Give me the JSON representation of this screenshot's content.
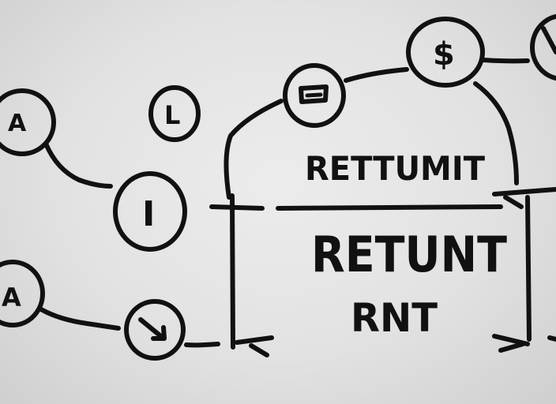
{
  "diagram": {
    "nodes": {
      "a_top": {
        "label": "A"
      },
      "l_node": {
        "label": "L"
      },
      "i_node": {
        "label": "I"
      },
      "a_bottom": {
        "label": "A"
      },
      "arrow_node": {
        "icon": "arrow-icon"
      },
      "doc_node": {
        "icon": "box-icon"
      },
      "dollar_node": {
        "label": "$"
      },
      "partial_node": {
        "icon": "slash-icon"
      }
    },
    "header_label": "RETTUMIT",
    "body_line_1": "RETUNT",
    "body_line_2": "RNT"
  },
  "colors": {
    "ink": "#111111",
    "paper": "#e4e4e4"
  }
}
